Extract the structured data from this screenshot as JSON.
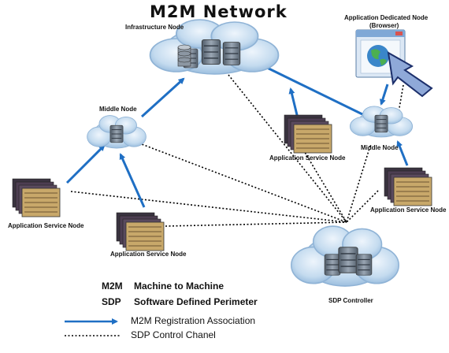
{
  "title": "M2M Network",
  "nodes": {
    "infrastructure": "Infrastructure Node",
    "middle_left": "Middle Node",
    "middle_right": "Middle Node",
    "asn_left": "Application Service Node",
    "asn_bottom": "Application Service Node",
    "asn_center": "Application Service Node",
    "asn_right": "Application Service Node",
    "adn_line1": "Application Dedicated Node",
    "adn_line2": "(Browser)",
    "sdp_controller": "SDP Controller"
  },
  "legend": {
    "m2m_abbr": "M2M",
    "m2m_full": "Machine to Machine",
    "sdp_abbr": "SDP",
    "sdp_full": "Software Defined Perimeter",
    "registration": "M2M Registration Association",
    "control": "SDP Control Chanel"
  },
  "colors": {
    "arrow": "#1f6fc4",
    "cloud": "#bcd6ee",
    "cloud_edge": "#8fb3d6",
    "server": "#6f7d8c",
    "panel_yellow": "#c8a86a",
    "panel_border": "#333333"
  }
}
